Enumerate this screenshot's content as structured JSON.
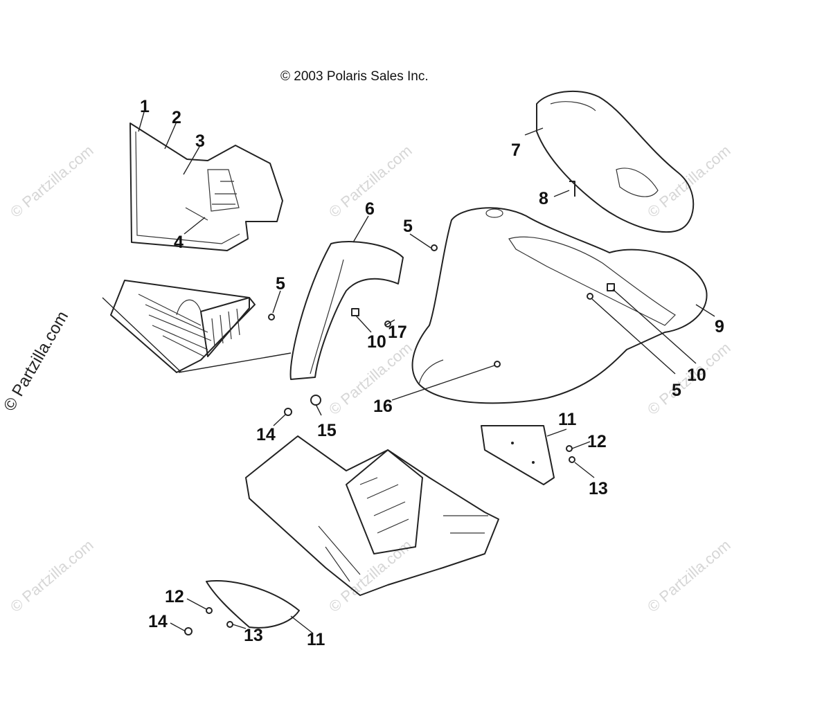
{
  "copyright": "© 2003 Polaris Sales Inc.",
  "side_watermark": "© Partzilla.com",
  "watermark_text": "© Partzilla.com",
  "colors": {
    "line": "#222222",
    "watermark": "#d6d6d6",
    "background": "#ffffff"
  },
  "callouts": {
    "c1": "1",
    "c2": "2",
    "c3": "3",
    "c4": "4",
    "c5a": "5",
    "c5b": "5",
    "c5c": "5",
    "c6": "6",
    "c7": "7",
    "c8": "8",
    "c9": "9",
    "c10a": "10",
    "c10b": "10",
    "c11a": "11",
    "c11b": "11",
    "c12a": "12",
    "c12b": "12",
    "c13a": "13",
    "c13b": "13",
    "c14a": "14",
    "c14b": "14",
    "c15": "15",
    "c16": "16",
    "c17": "17"
  }
}
